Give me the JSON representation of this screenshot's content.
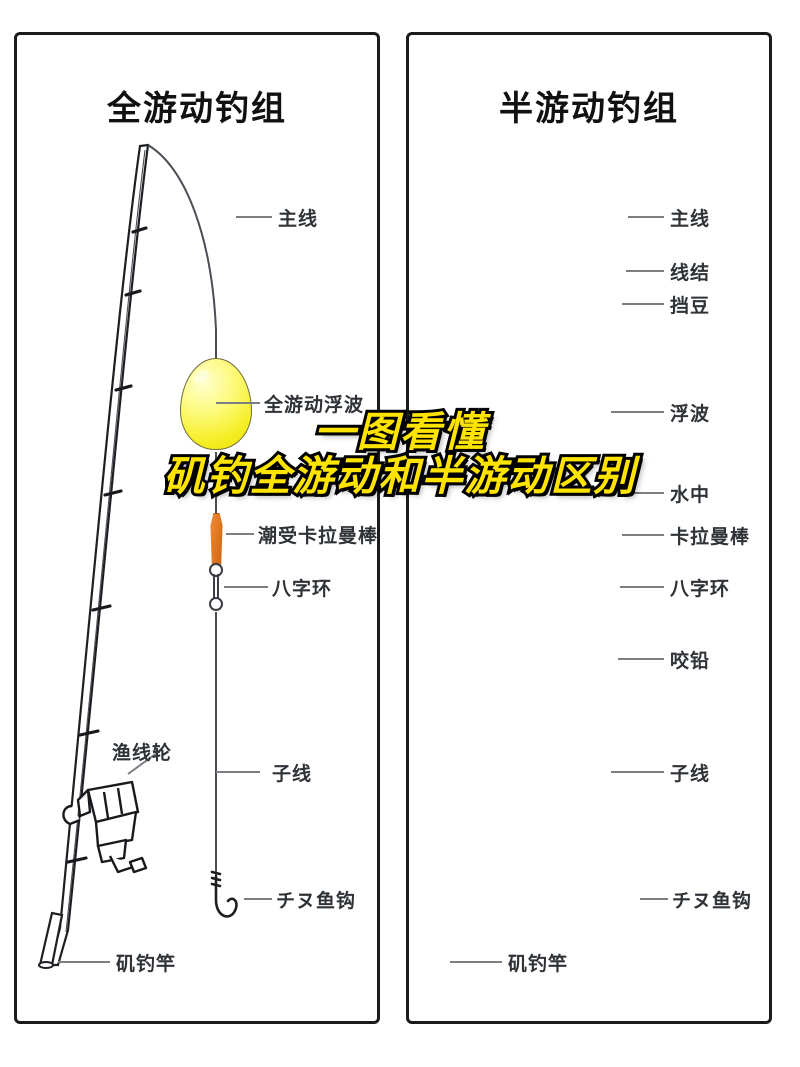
{
  "overlay": {
    "line1": "一图看懂",
    "line2": "矶钓全游动和半游动区别",
    "text_color": "#ffe400",
    "stroke_color": "#000000"
  },
  "panels": [
    {
      "id": "left",
      "title": "全游动钓组",
      "labels": [
        {
          "name": "main-line",
          "text": "主线"
        },
        {
          "name": "full-drift-float",
          "text": "全游动浮波"
        },
        {
          "name": "karaman-rod",
          "text": "潮受卡拉曼棒"
        },
        {
          "name": "swivel",
          "text": "八字环"
        },
        {
          "name": "reel",
          "text": "渔线轮"
        },
        {
          "name": "leader-line",
          "text": "子线"
        },
        {
          "name": "hook",
          "text": "チヌ鱼钩"
        },
        {
          "name": "rock-fishing-rod",
          "text": "矶钓竿"
        }
      ]
    },
    {
      "id": "right",
      "title": "半游动钓组",
      "labels": [
        {
          "name": "main-line",
          "text": "主线"
        },
        {
          "name": "line-knot",
          "text": "线结"
        },
        {
          "name": "stopper-bead",
          "text": "挡豆"
        },
        {
          "name": "float",
          "text": "浮波"
        },
        {
          "name": "underwater",
          "text": "水中"
        },
        {
          "name": "karaman-rod",
          "text": "卡拉曼棒"
        },
        {
          "name": "swivel",
          "text": "八字环"
        },
        {
          "name": "split-shot",
          "text": "咬铅"
        },
        {
          "name": "leader-line",
          "text": "子线"
        },
        {
          "name": "hook",
          "text": "チヌ鱼钩"
        },
        {
          "name": "rock-fishing-rod",
          "text": "矶钓竿"
        }
      ]
    }
  ],
  "colors": {
    "panel_border": "#1b1b1b",
    "line": "#4a4f55",
    "leader": "#7b7f84",
    "label_text": "#2f3337",
    "float_yellow": "#f5ee26",
    "float_red": "#de2318",
    "float_band": "#f2e500",
    "float_body": "#bdbadb",
    "bead_yellow": "#f5e500",
    "karaman_orange": "#e27a22",
    "split_shot": "#15181b",
    "background": "#ffffff"
  }
}
